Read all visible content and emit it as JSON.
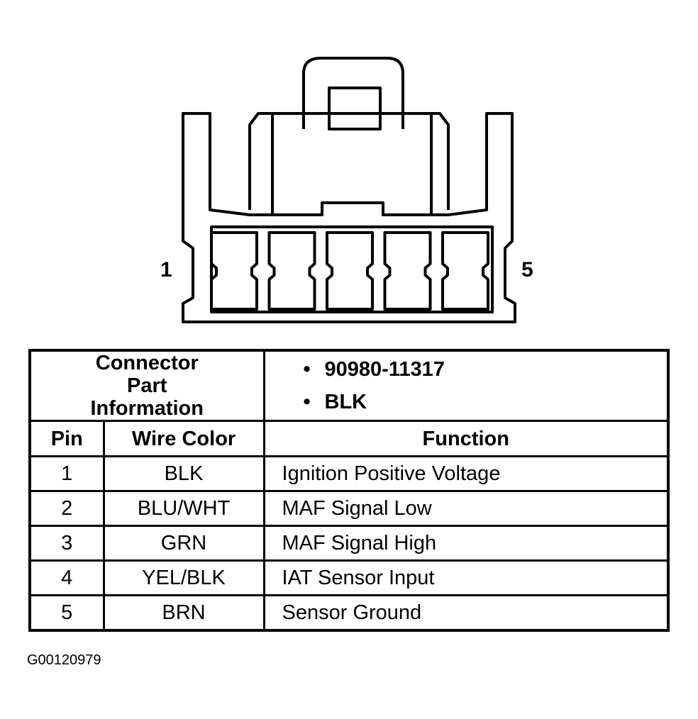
{
  "connector": {
    "pin_label_left": "1",
    "pin_label_right": "5",
    "cavity_count": 5
  },
  "table": {
    "part_info_label": "Connector Part Information",
    "part_info_values": [
      "90980-11317",
      "BLK"
    ],
    "headers": {
      "pin": "Pin",
      "wire_color": "Wire Color",
      "function": "Function"
    },
    "rows": [
      {
        "pin": "1",
        "wire_color": "BLK",
        "function": "Ignition Positive Voltage"
      },
      {
        "pin": "2",
        "wire_color": "BLU/WHT",
        "function": "MAF Signal Low"
      },
      {
        "pin": "3",
        "wire_color": "GRN",
        "function": "MAF Signal High"
      },
      {
        "pin": "4",
        "wire_color": "YEL/BLK",
        "function": "IAT Sensor Input"
      },
      {
        "pin": "5",
        "wire_color": "BRN",
        "function": "Sensor Ground"
      }
    ]
  },
  "figure_code": "G00120979"
}
